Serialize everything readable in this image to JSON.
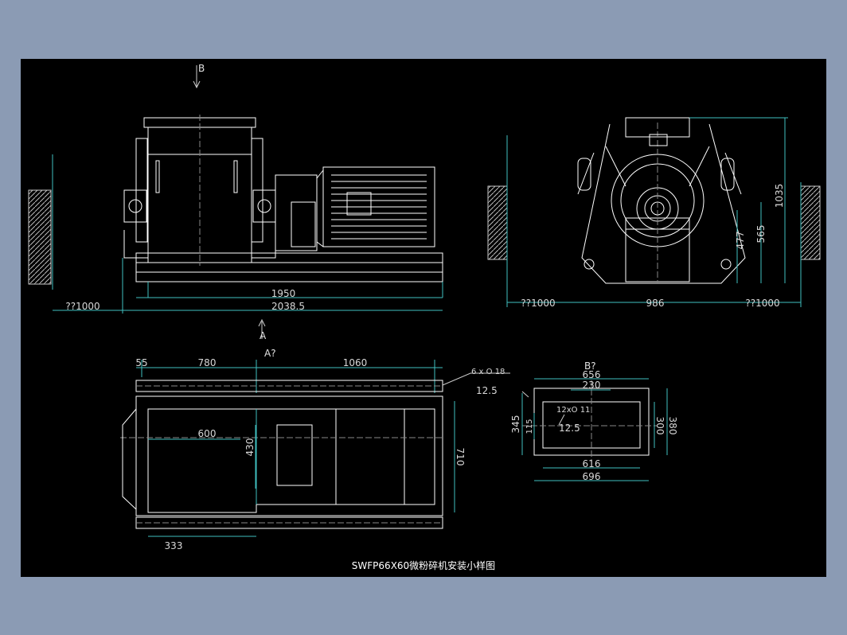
{
  "drawing": {
    "title": "SWFP66X60微粉碎机安装小样图",
    "section_labels": {
      "b": "B",
      "a": "A",
      "a_view": "A?",
      "b_view": "B?"
    },
    "front_view": {
      "dim_overall_1950": "1950",
      "dim_overall_2038": "2038.5",
      "dim_clear_left": "??1000"
    },
    "side_view": {
      "dim_clear_left": "??1000",
      "dim_width": "986",
      "dim_clear_right": "??1000",
      "dim_height_total": "1035",
      "dim_height_565": "565",
      "dim_height_477": "477"
    },
    "plan_view": {
      "dim_55": "55",
      "dim_780": "780",
      "dim_1060": "1060",
      "dim_600": "600",
      "dim_430": "430",
      "dim_710": "710",
      "dim_333": "333",
      "hole_note": "6 x O 18",
      "roughness": "12.5"
    },
    "flange_view": {
      "dim_656": "656",
      "dim_230": "230",
      "dim_616": "616",
      "dim_696": "696",
      "dim_345": "345",
      "dim_115": "115",
      "dim_300": "300",
      "dim_380": "380",
      "hole_note": "12xO 11",
      "roughness": "12.5"
    }
  },
  "colors": {
    "screen_bg": "#8b9bb4",
    "canvas_bg": "#000000",
    "line": "#ffffff",
    "dim_line": "#40c0c0",
    "hatch": "#bdbdbd"
  }
}
